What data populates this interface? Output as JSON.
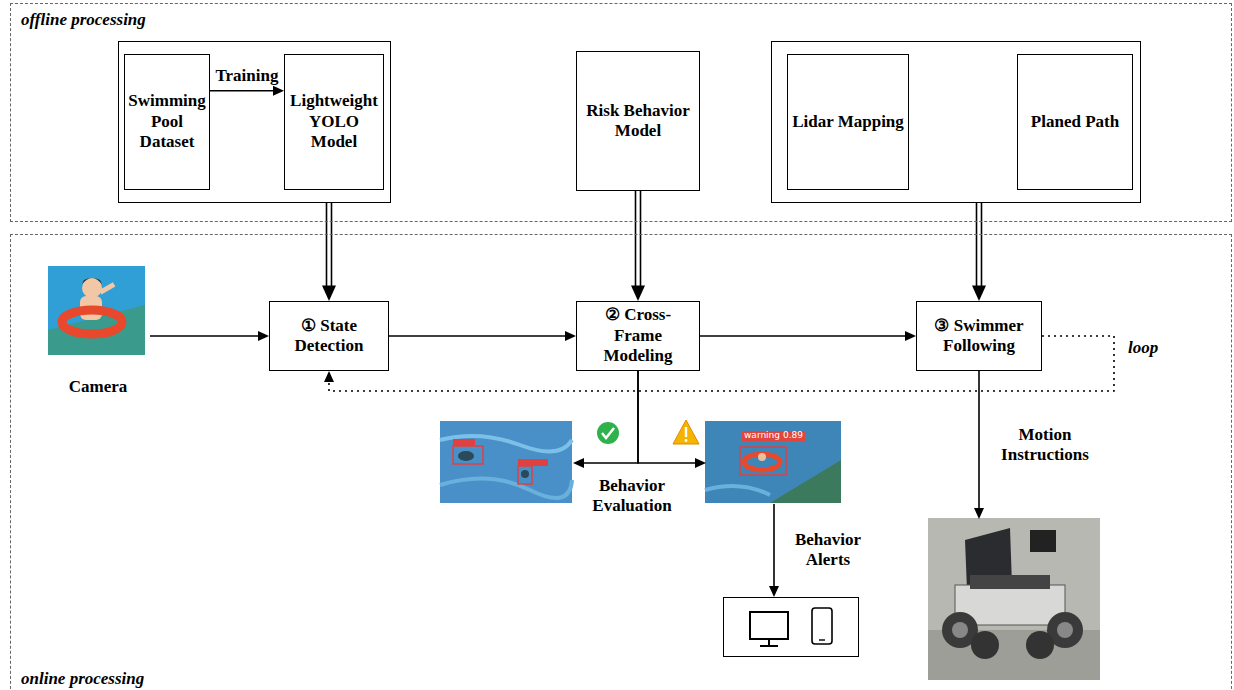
{
  "diagram": {
    "nodes": [
      {
        "text": [
          "offline processing"
        ]
      },
      {
        "text": [],
        "in": 0
      },
      {
        "text": [
          "Swimming Pool Dataset"
        ],
        "in": 1
      },
      {
        "text": [
          "Lightweight YOLO Model"
        ],
        "in": 1
      },
      {
        "text": [
          "Risk Behavior Model"
        ],
        "in": 0
      },
      {
        "text": [],
        "in": 0
      },
      {
        "text": [
          "Lidar Mapping"
        ],
        "in": 5
      },
      {
        "text": [
          "Planed Path"
        ],
        "in": 5
      },
      {
        "text": [
          "online processing"
        ]
      },
      {
        "text": [
          "① State Detection"
        ],
        "in": 8
      },
      {
        "text": [
          "② Cross-Frame Modeling"
        ],
        "in": 8
      },
      {
        "text": [
          "③ Swimmer Following"
        ],
        "in": 8
      },
      {
        "text": [],
        "in": 8
      },
      {
        "text": [
          "Camera"
        ],
        "in": 8
      },
      {
        "text": [],
        "in": 8
      },
      {
        "text": [],
        "in": 8
      },
      {
        "text": [],
        "in": 8
      }
    ],
    "edges": [
      {
        "from": 2,
        "to": 3,
        "label": "Training",
        "arrow": "to"
      },
      {
        "from": 1,
        "to": 9,
        "arrow": "to"
      },
      {
        "from": 4,
        "to": 10,
        "arrow": "to"
      },
      {
        "from": 5,
        "to": 11,
        "arrow": "to"
      },
      {
        "from": 13,
        "to": 9,
        "arrow": "to"
      },
      {
        "from": 9,
        "to": 10,
        "arrow": "to"
      },
      {
        "from": 10,
        "to": 11,
        "arrow": "to"
      },
      {
        "from": 11,
        "to": 9,
        "label": "loop",
        "arrow": "to"
      },
      {
        "from": 10,
        "to": 14,
        "arrow": "to"
      },
      {
        "from": 10,
        "to": 15,
        "arrow": "to"
      },
      {
        "from": 15,
        "to": 12,
        "label": "Behavior Alerts",
        "arrow": "to"
      },
      {
        "from": 11,
        "to": 16,
        "label": "Motion Instructions",
        "arrow": "to"
      }
    ],
    "labels": [
      "Behavior Evaluation",
      "warning 0.89"
    ]
  }
}
